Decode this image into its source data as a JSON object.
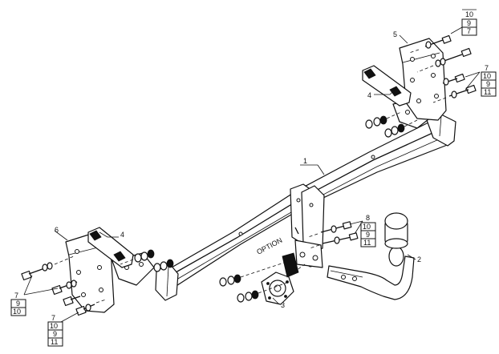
{
  "callouts": {
    "part1": "1",
    "part2": "2",
    "part3": "3",
    "part4_top": "4",
    "part4_left": "4",
    "part5": "5",
    "part6": "6",
    "part8": "8"
  },
  "fastener_stacks": {
    "top_right_upper": [
      "10",
      "9",
      "7"
    ],
    "top_right_lower": [
      "7",
      "10",
      "9",
      "11"
    ],
    "mid_right": [
      "8",
      "10",
      "9",
      "11"
    ],
    "left_upper": [
      "7",
      "9",
      "10"
    ],
    "left_lower": [
      "7",
      "10",
      "9",
      "11"
    ]
  },
  "option_label": "OPTION"
}
